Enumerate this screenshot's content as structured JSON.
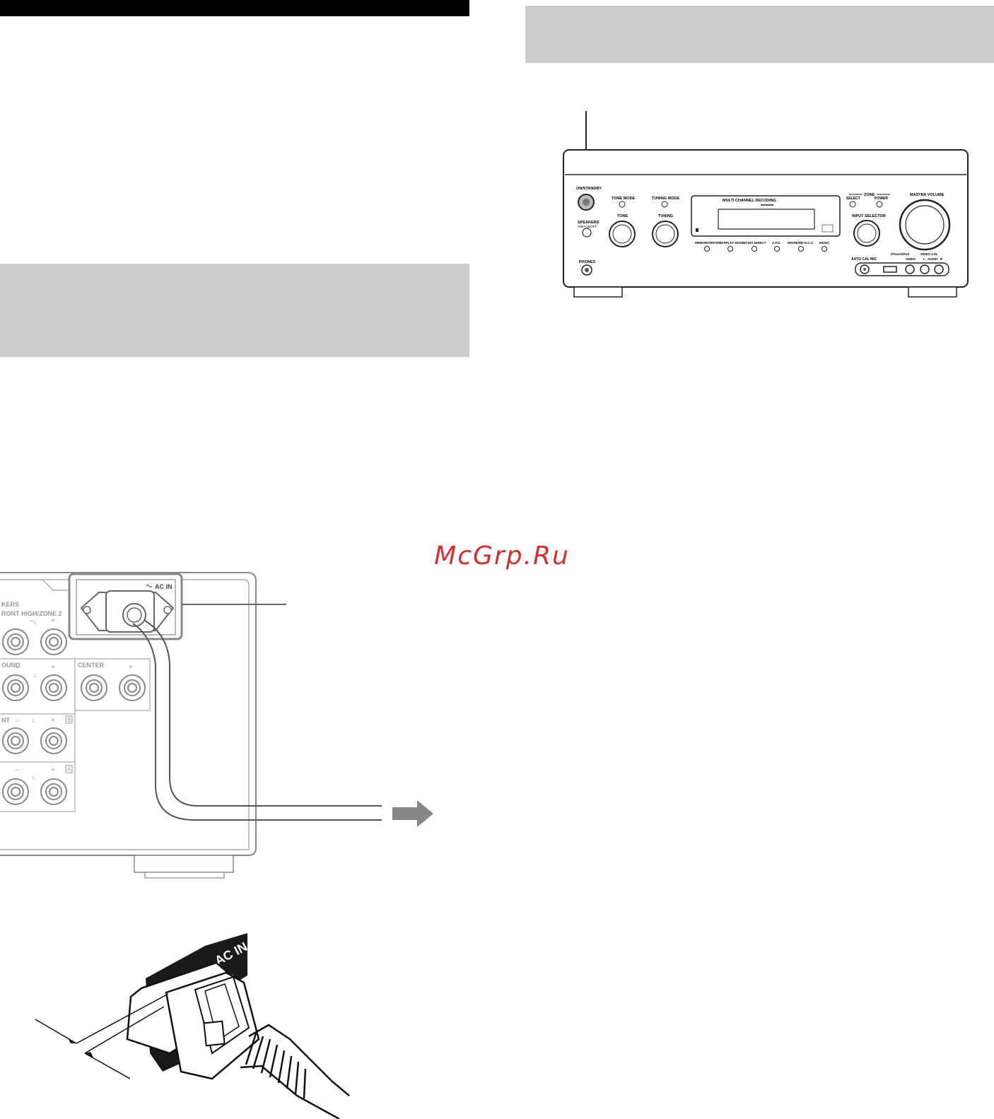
{
  "watermark": {
    "text": "McGrp.Ru"
  },
  "front_panel": {
    "on_standby": "ON/STANDBY",
    "speakers": "SPEAKERS",
    "speakers_sub": "A/B/A+B/OFF",
    "phones": "PHONES",
    "tone_mode": "TONE MODE",
    "tone": "TONE",
    "tuning_mode": "TUNING MODE",
    "tuning": "TUNING",
    "display_title": "MULTI CHANNEL DECODING",
    "zone": "ZONE",
    "zone_select": "SELECT",
    "zone_power": "POWER",
    "input_selector": "INPUT SELECTOR",
    "master_volume": "MASTER VOLUME",
    "auto_cal_mic": "AUTO CAL MIC",
    "iphone_ipod": "iPhone/iPod",
    "video2_in": "VIDEO 2 IN",
    "video": "VIDEO",
    "audio_l": "L",
    "audio": "AUDIO",
    "audio_r": "R",
    "buttons": [
      "MEMORY/ENTER",
      "DISPLAY MODE",
      "2CH/A.DIRECT",
      "A.F.D.",
      "MOVIE/HD-D.C.S.",
      "MUSIC"
    ]
  },
  "rear_panel": {
    "ac_in": "AC IN",
    "speakers_partial": "KERS",
    "front_high_zone2": "RONT HIGH/ZONE 2",
    "surround_partial": "OUND",
    "center": "CENTER",
    "front_partial": "NT",
    "minus": "–",
    "plus": "+",
    "left": "L",
    "tag_b": "B",
    "tag_a": "A"
  },
  "plug_detail": {
    "ac_in": "AC IN",
    "tilde": "~"
  }
}
